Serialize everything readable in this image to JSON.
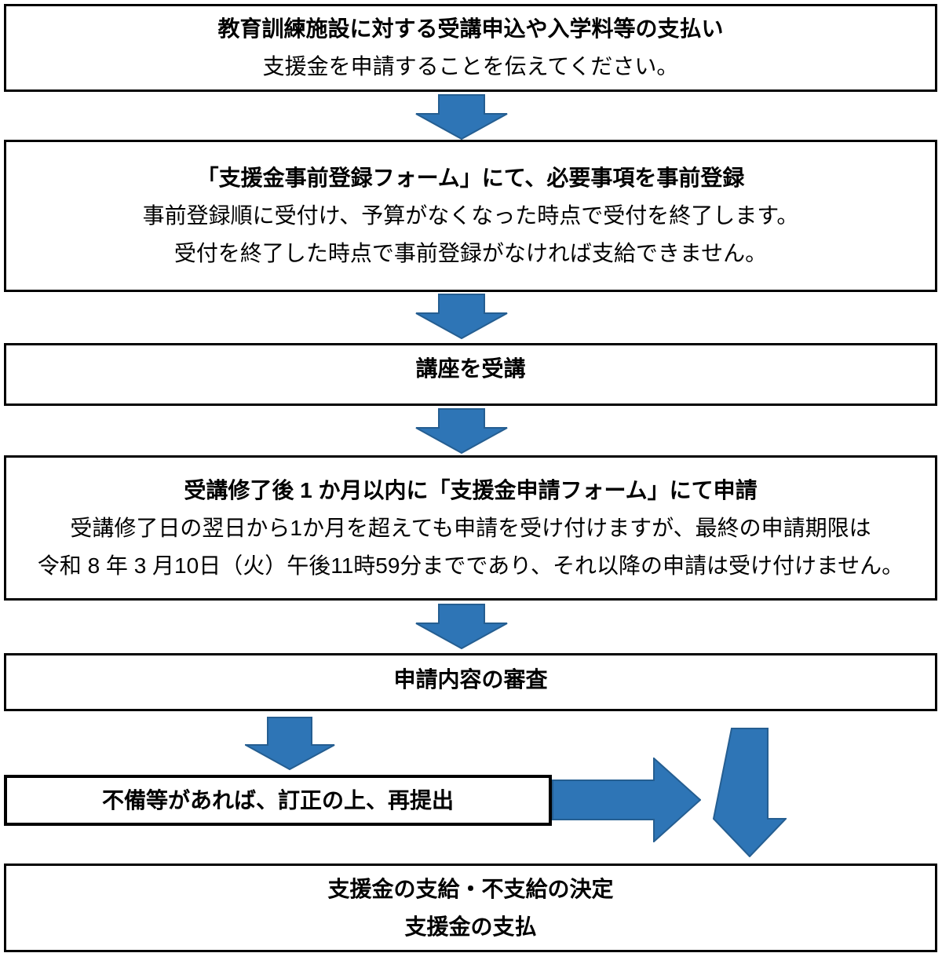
{
  "colors": {
    "arrow_fill": "#2E75B6",
    "arrow_edge": "#255E91",
    "box_border": "#000000",
    "text": "#000000",
    "background": "#FFFFFF"
  },
  "steps": [
    {
      "lines": [
        "教育訓練施設に対する受講申込や入学料等の支払い",
        "支援金を申請することを伝えてください。"
      ]
    },
    {
      "lines": [
        "「支援金事前登録フォーム」にて、必要事項を事前登録",
        "事前登録順に受付け、予算がなくなった時点で受付を終了します。",
        "受付を終了した時点で事前登録がなければ支給できません。"
      ]
    },
    {
      "lines": [
        "講座を受講"
      ]
    },
    {
      "lines": [
        "受講修了後 1 か月以内に「支援金申請フォーム」にて申請",
        "受講修了日の翌日から1か月を超えても申請を受け付けますが、最終の申請期限は",
        "令和 8 年 3 月10日（火）午後11時59分までであり、それ以降の申請は受け付けません。"
      ]
    },
    {
      "lines": [
        "申請内容の審査"
      ]
    },
    {
      "lines": [
        "不備等があれば、訂正の上、再提出"
      ]
    },
    {
      "lines": [
        "支援金の支給・不支給の決定",
        "支援金の支払"
      ]
    }
  ]
}
